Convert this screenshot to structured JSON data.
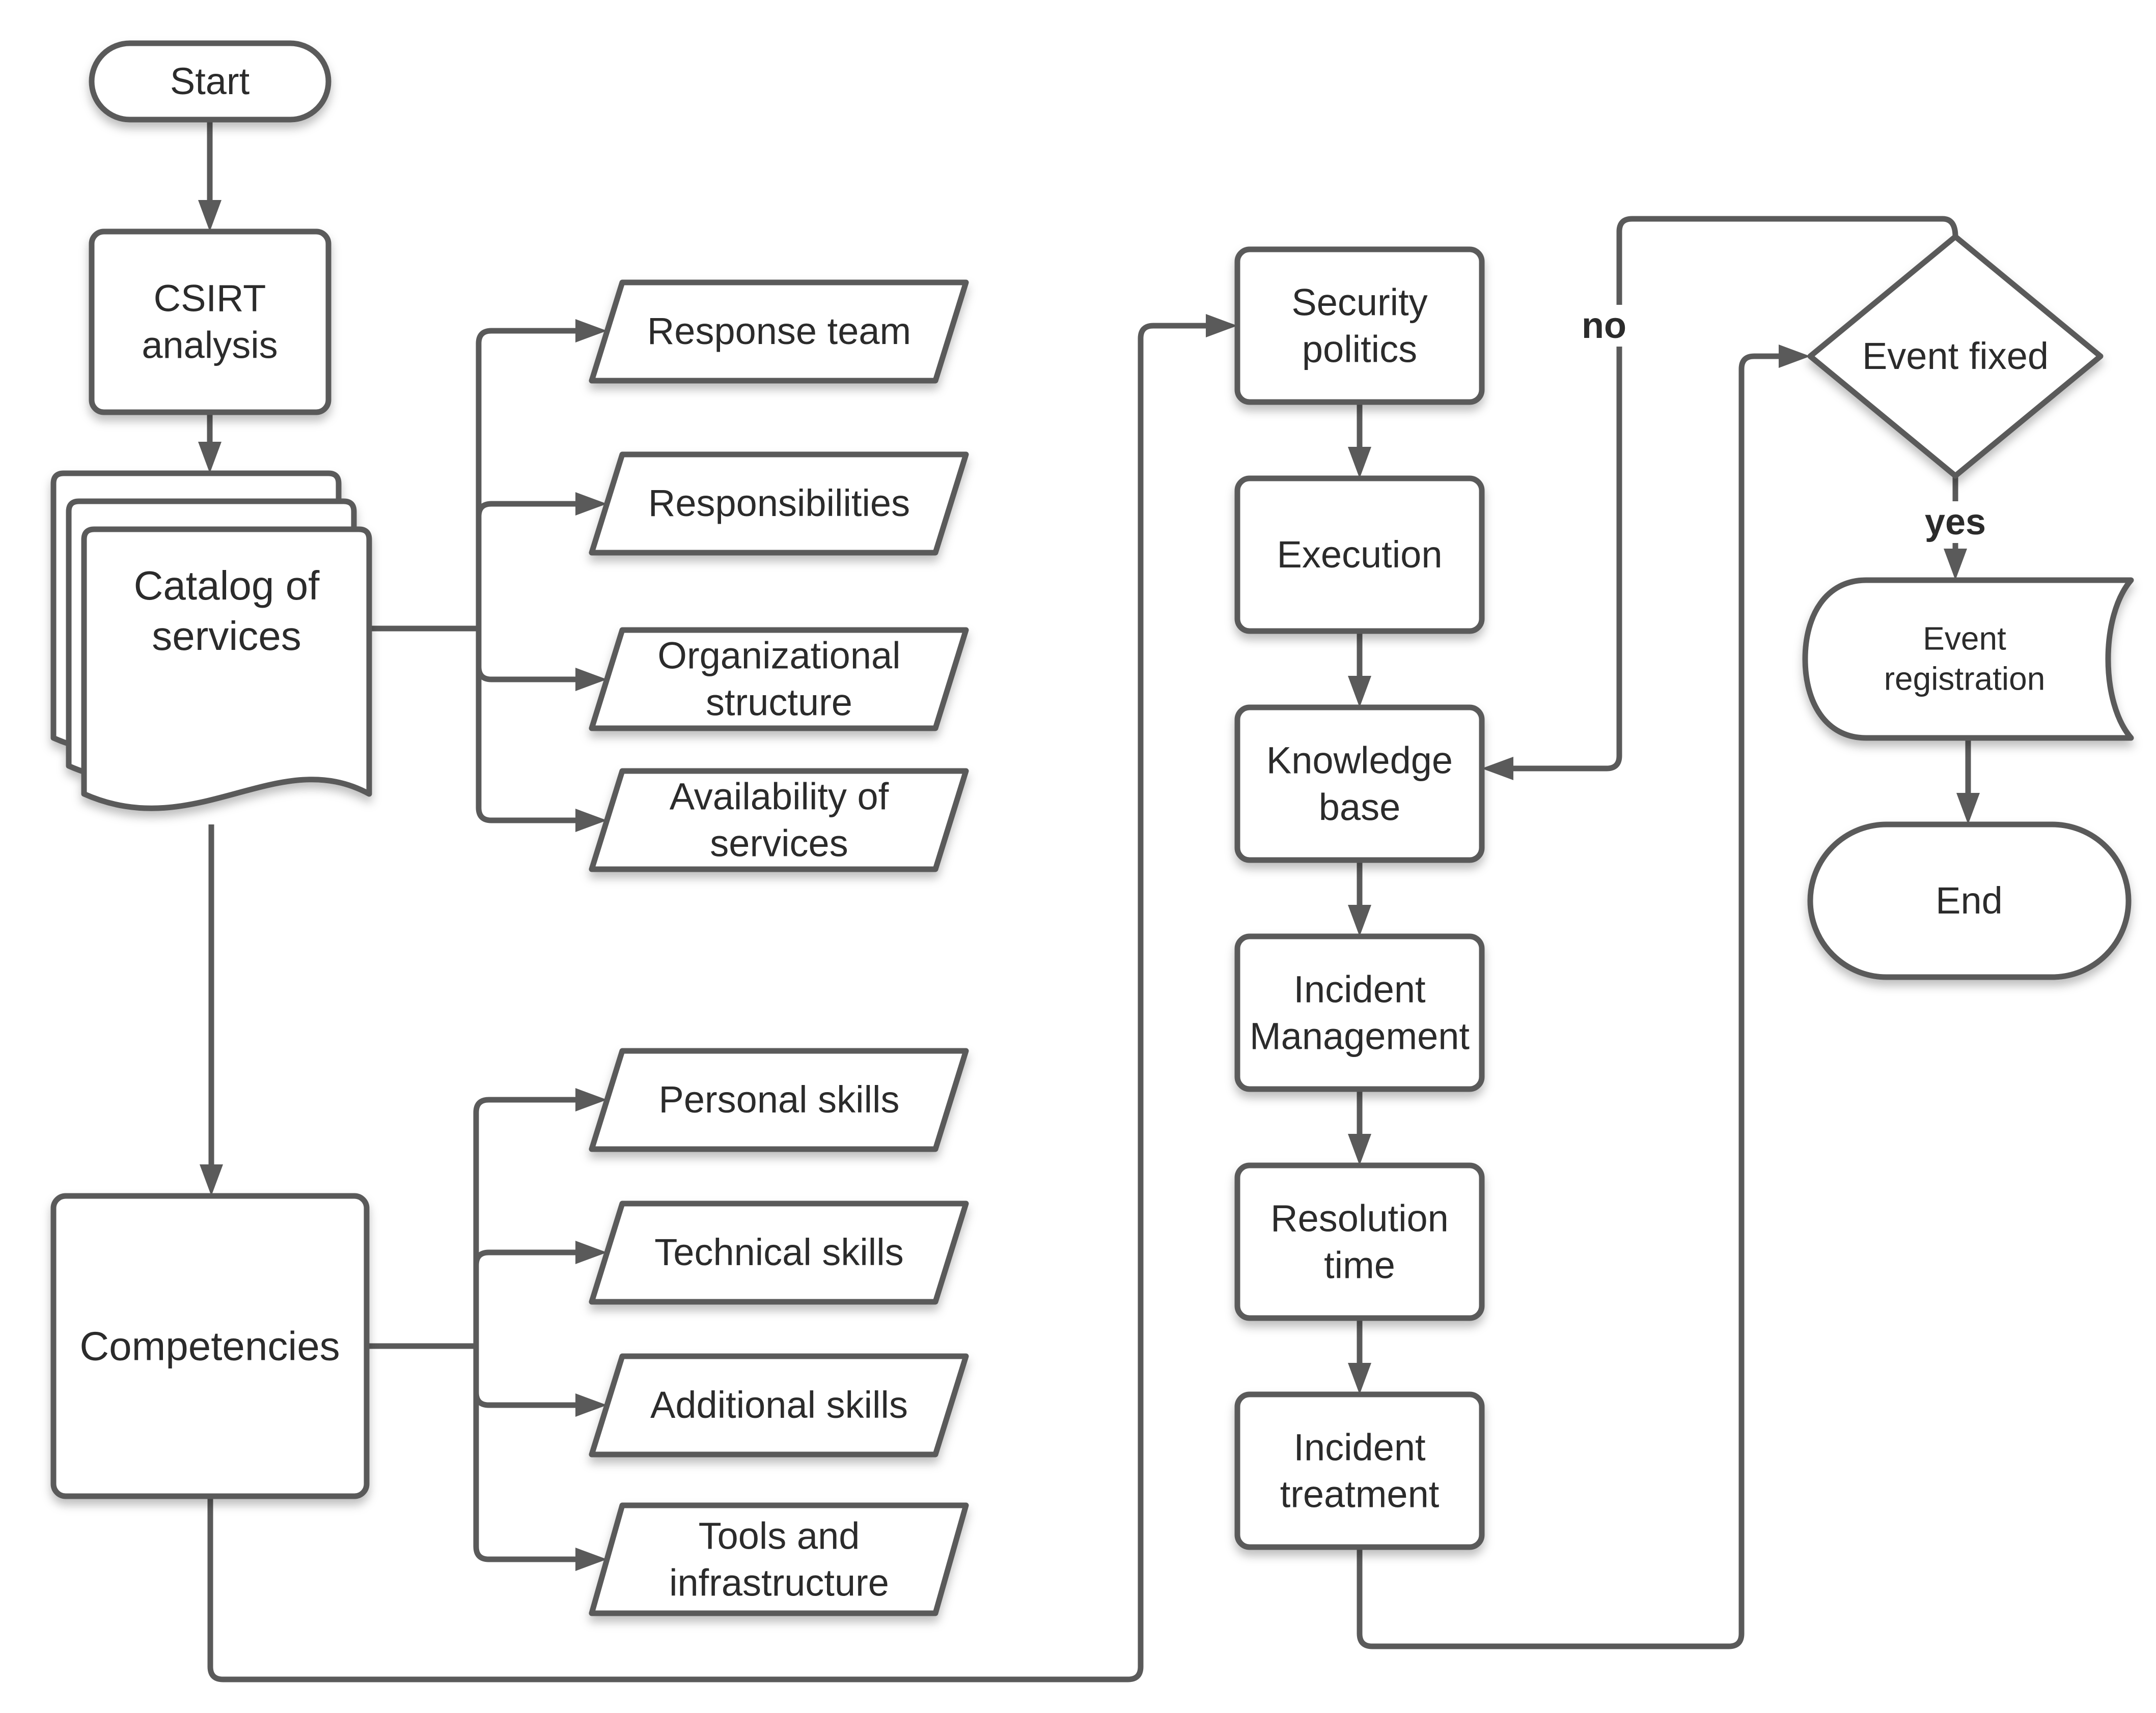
{
  "colors": {
    "background": "#ffffff",
    "shape_stroke": "#5a5a5a",
    "shape_fill": "#ffffff",
    "text": "#2b2b2b"
  },
  "nodes": {
    "start": {
      "label": "Start",
      "type": "terminator"
    },
    "csirt_analysis": {
      "label": "CSIRT\nanalysis",
      "type": "process"
    },
    "catalog_of_services": {
      "label": "Catalog of\nservices",
      "type": "multi-document"
    },
    "response_team": {
      "label": "Response team",
      "type": "data"
    },
    "responsibilities": {
      "label": "Responsibilities",
      "type": "data"
    },
    "organizational_structure": {
      "label": "Organizational\nstructure",
      "type": "data"
    },
    "availability_of_services": {
      "label": "Availability of\nservices",
      "type": "data"
    },
    "competencies": {
      "label": "Competencies",
      "type": "process"
    },
    "personal_skills": {
      "label": "Personal skills",
      "type": "data"
    },
    "technical_skills": {
      "label": "Technical skills",
      "type": "data"
    },
    "additional_skills": {
      "label": "Additional skills",
      "type": "data"
    },
    "tools_and_infrastructure": {
      "label": "Tools and\ninfrastructure",
      "type": "data"
    },
    "security_politics": {
      "label": "Security\npolitics",
      "type": "process"
    },
    "execution": {
      "label": "Execution",
      "type": "process"
    },
    "knowledge_base": {
      "label": "Knowledge\nbase",
      "type": "process"
    },
    "incident_management": {
      "label": "Incident\nManagement",
      "type": "process"
    },
    "resolution_time": {
      "label": "Resolution\ntime",
      "type": "process"
    },
    "incident_treatment": {
      "label": "Incident\ntreatment",
      "type": "process"
    },
    "event_fixed": {
      "label": "Event fixed",
      "type": "decision"
    },
    "event_registration": {
      "label": "Event registration",
      "type": "stored-data"
    },
    "end": {
      "label": "End",
      "type": "terminator"
    }
  },
  "edge_labels": {
    "no": "no",
    "yes": "yes"
  }
}
